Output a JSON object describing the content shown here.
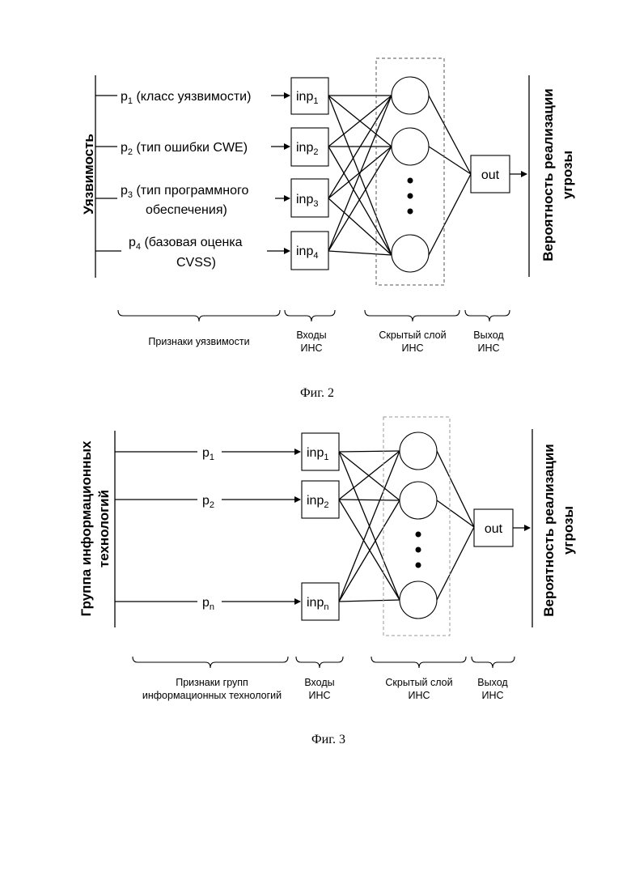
{
  "figure2": {
    "axis_label": "Уязвимость",
    "output_label_line1": "Вероятность реализации",
    "output_label_line2": "угрозы",
    "features": [
      {
        "p": "p",
        "sub": "1",
        "text": " (класс уязвимости)",
        "text2": ""
      },
      {
        "p": "p",
        "sub": "2",
        "text": " (тип ошибки CWE)",
        "text2": ""
      },
      {
        "p": "p",
        "sub": "3",
        "text": " (тип программного",
        "text2": "обеспечения)"
      },
      {
        "p": "p",
        "sub": "4",
        "text": " (базовая оценка",
        "text2": "CVSS)"
      }
    ],
    "inputs": [
      {
        "label": "inp",
        "sub": "1"
      },
      {
        "label": "inp",
        "sub": "2"
      },
      {
        "label": "inp",
        "sub": "3"
      },
      {
        "label": "inp",
        "sub": "4"
      }
    ],
    "out_label": "out",
    "brace_features": "Признаки уязвимости",
    "brace_inputs_l1": "Входы",
    "brace_inputs_l2": "ИНС",
    "brace_hidden_l1": "Скрытый слой",
    "brace_hidden_l2": "ИНС",
    "brace_output_l1": "Выход",
    "brace_output_l2": "ИНС",
    "caption": "Фиг. 2"
  },
  "figure3": {
    "axis_label_line1": "Группа информационных",
    "axis_label_line2": "технологий",
    "output_label_line1": "Вероятность реализации",
    "output_label_line2": "угрозы",
    "features": [
      {
        "p": "p",
        "sub": "1"
      },
      {
        "p": "p",
        "sub": "2"
      },
      {
        "p": "p",
        "sub": "n"
      }
    ],
    "inputs": [
      {
        "label": "inp",
        "sub": "1"
      },
      {
        "label": "inp",
        "sub": "2"
      },
      {
        "label": "inp",
        "sub": "n"
      }
    ],
    "out_label": "out",
    "brace_features_l1": "Признаки групп",
    "brace_features_l2": "информационных технологий",
    "brace_inputs_l1": "Входы",
    "brace_inputs_l2": "ИНС",
    "brace_hidden_l1": "Скрытый слой",
    "brace_hidden_l2": "ИНС",
    "brace_output_l1": "Выход",
    "brace_output_l2": "ИНС",
    "caption": "Фиг. 3"
  }
}
